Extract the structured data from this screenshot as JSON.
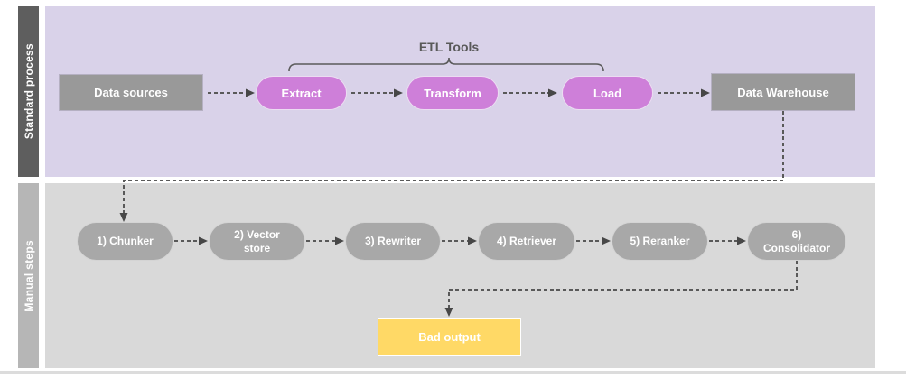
{
  "diagram": {
    "lanes": [
      {
        "label": "Standard process"
      },
      {
        "label": "Manual steps"
      }
    ],
    "annotation": {
      "label": "ETL Tools"
    },
    "standard": {
      "data_sources": "Data sources",
      "extract": "Extract",
      "transform": "Transform",
      "load": "Load",
      "data_warehouse": "Data Warehouse"
    },
    "manual": {
      "steps": [
        {
          "label": "1) Chunker"
        },
        {
          "label": "2) Vector\nstore"
        },
        {
          "label": "3) Rewriter"
        },
        {
          "label": "4) Retriever"
        },
        {
          "label": "5) Reranker"
        },
        {
          "label": "6)\nConsolidator"
        }
      ],
      "output": "Bad output"
    },
    "colors": {
      "lane1_bg": "#d9d2e9",
      "lane1_label_bg": "#5e5e5e",
      "lane2_bg": "#d9d9d9",
      "lane2_label_bg": "#b6b6b6",
      "etl_pill": "#ce7fd9",
      "gray_node": "#999999",
      "manual_pill": "#a8a8a8",
      "bad_output": "#ffd966",
      "connector": "#595959"
    }
  }
}
